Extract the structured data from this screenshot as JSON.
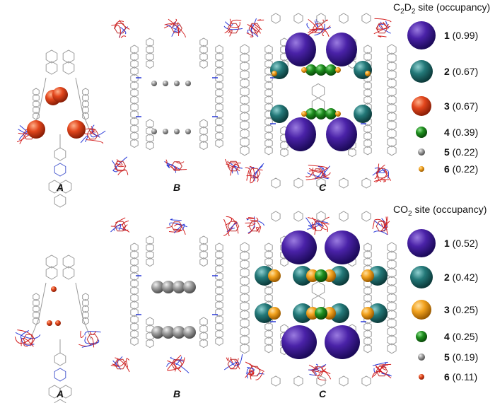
{
  "figure": {
    "top": {
      "legend_title_prefix": "C",
      "legend_title_sub1": "2",
      "legend_title_mid": "D",
      "legend_title_sub2": "2",
      "legend_title_suffix": " site (occupancy)",
      "panels": [
        "A",
        "B",
        "C"
      ],
      "sites": [
        {
          "number": "1",
          "occupancy": "(0.99)",
          "color": "#3b1a8f"
        },
        {
          "number": "2",
          "occupancy": "(0.67)",
          "color": "#1f6e6e"
        },
        {
          "number": "3",
          "occupancy": "(0.67)",
          "color": "#e0401a"
        },
        {
          "number": "4",
          "occupancy": "(0.39)",
          "color": "#1e8a1e"
        },
        {
          "number": "5",
          "occupancy": "(0.22)",
          "color": "#9a9a9a"
        },
        {
          "number": "6",
          "occupancy": "(0.22)",
          "color": "#f0a020"
        }
      ]
    },
    "bottom": {
      "legend_title_prefix": "CO",
      "legend_title_sub1": "2",
      "legend_title_suffix": " site (occupancy)",
      "panels": [
        "A",
        "B",
        "C"
      ],
      "sites": [
        {
          "number": "1",
          "occupancy": "(0.52)",
          "color": "#3b1a8f"
        },
        {
          "number": "2",
          "occupancy": "(0.42)",
          "color": "#1f6e6e"
        },
        {
          "number": "3",
          "occupancy": "(0.25)",
          "color": "#f0a020"
        },
        {
          "number": "4",
          "occupancy": "(0.25)",
          "color": "#1e8a1e"
        },
        {
          "number": "5",
          "occupancy": "(0.19)",
          "color": "#9a9a9a"
        },
        {
          "number": "6",
          "occupancy": "(0.11)",
          "color": "#e0401a"
        }
      ]
    }
  }
}
